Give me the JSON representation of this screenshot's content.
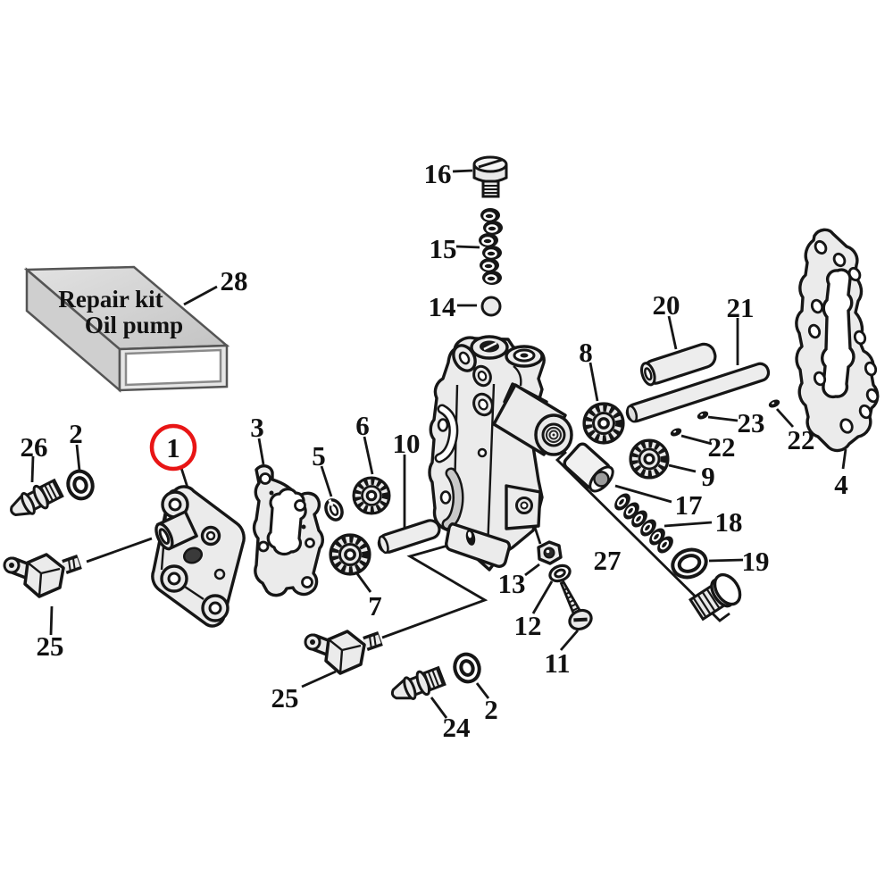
{
  "diagram": {
    "type": "exploded-parts-diagram",
    "subject": "Oil pump assembly",
    "background_color": "#ffffff",
    "outline_color": "#1a1a1a",
    "part_fill_color": "#ebebeb",
    "highlight_circle_color": "#e81515",
    "highlighted_callout": "1",
    "kit_box": {
      "line1": "Repair kit",
      "line2": "Oil pump",
      "callout": "28"
    },
    "callouts": [
      "1",
      "2",
      "2",
      "3",
      "4",
      "5",
      "6",
      "7",
      "8",
      "9",
      "10",
      "11",
      "12",
      "13",
      "14",
      "15",
      "16",
      "17",
      "18",
      "19",
      "20",
      "21",
      "22",
      "22",
      "23",
      "24",
      "25",
      "25",
      "26",
      "27",
      "28"
    ]
  }
}
